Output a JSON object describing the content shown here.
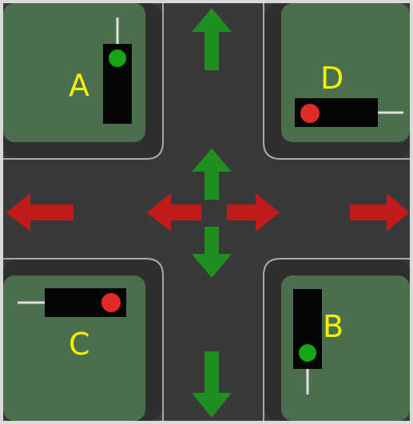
{
  "scene": {
    "colors": {
      "grass": "#4b6e4f",
      "curb": "#2f2f2f",
      "road": "#393939",
      "lane_line": "#b0b0b0",
      "green_arrow": "#1f8f22",
      "red_arrow": "#c21b1b",
      "signal_body": "#050505",
      "light_green": "#15a515",
      "light_red": "#e12a2a",
      "label": "#f4f000"
    },
    "signals": [
      {
        "id": "A",
        "label": "A",
        "state": "green",
        "orientation": "vertical"
      },
      {
        "id": "B",
        "label": "B",
        "state": "green",
        "orientation": "vertical"
      },
      {
        "id": "C",
        "label": "C",
        "state": "red",
        "orientation": "horizontal"
      },
      {
        "id": "D",
        "label": "D",
        "state": "red",
        "orientation": "horizontal"
      }
    ],
    "arrows": {
      "north_south": {
        "state": "go",
        "color": "green"
      },
      "east_west": {
        "state": "stop",
        "color": "red"
      }
    }
  }
}
